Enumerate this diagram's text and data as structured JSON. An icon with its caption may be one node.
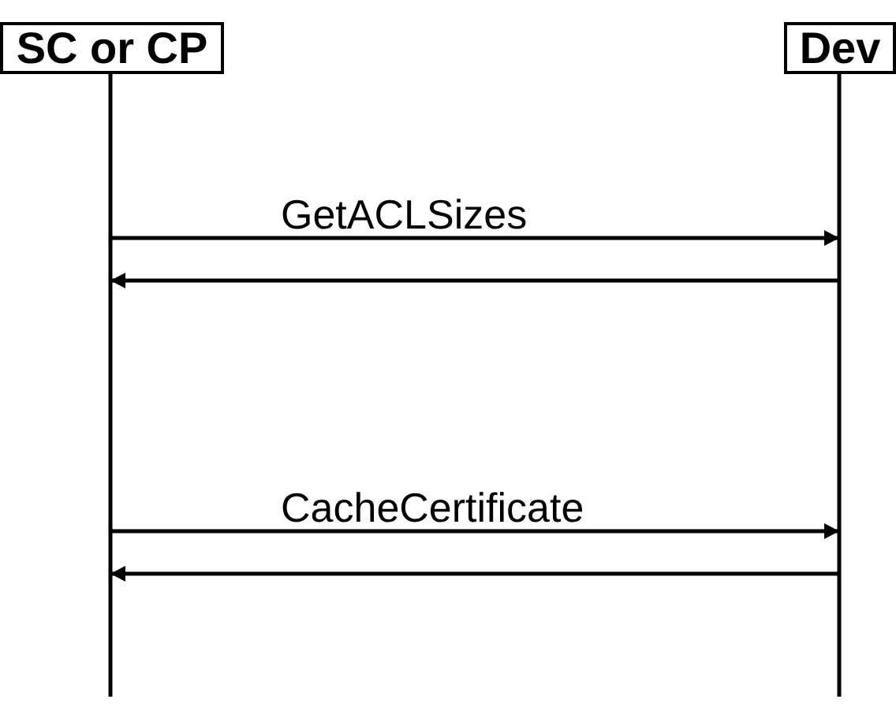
{
  "diagram": {
    "nodes": [
      {
        "text": [
          "SC or CP"
        ]
      },
      {
        "text": [
          "Dev"
        ]
      }
    ],
    "edges": [
      {
        "from": 0,
        "to": 1,
        "arrow": "to",
        "label": "GetACLSizes"
      },
      {
        "from": 1,
        "to": 0,
        "arrow": "to"
      },
      {
        "from": 0,
        "to": 1,
        "arrow": "to",
        "label": "CacheCertificate"
      },
      {
        "from": 1,
        "to": 0,
        "arrow": "to"
      }
    ]
  }
}
